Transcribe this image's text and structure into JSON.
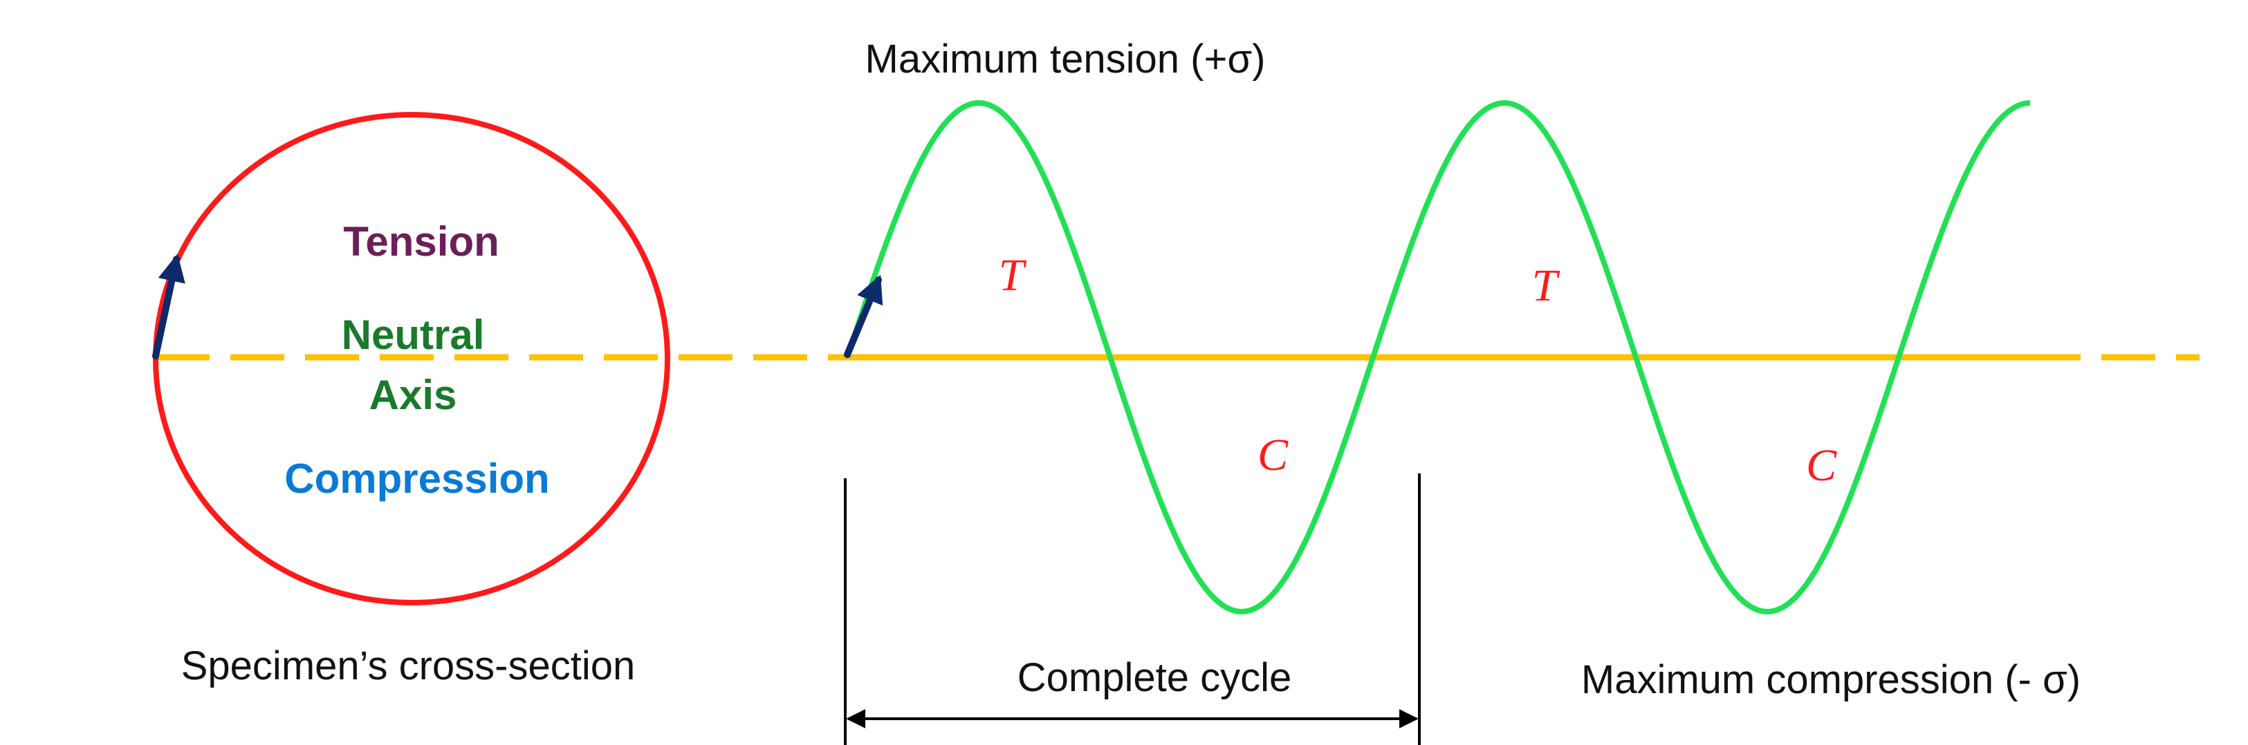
{
  "cross_section": {
    "tension_label": "Tension",
    "neutral_label_line1": "Neutral",
    "neutral_label_line2": "Axis",
    "compression_label": "Compression",
    "caption": "Specimen’s cross-section"
  },
  "wave": {
    "max_tension_label": "Maximum tension (+σ)",
    "max_compression_label": "Maximum compression (- σ)",
    "tension_mark": "T",
    "compression_mark": "C",
    "cycle_label": "Complete cycle"
  },
  "colors": {
    "circle": "#ff1a1a",
    "axis": "#ffc000",
    "wave": "#22e055",
    "arrow": "#0d2a6b",
    "tension_text": "#6b1f5a",
    "neutral_text": "#1a7a2a",
    "compression_text": "#0a7ad6",
    "mark_text": "#ff1a1a",
    "caption_text": "#111111"
  }
}
